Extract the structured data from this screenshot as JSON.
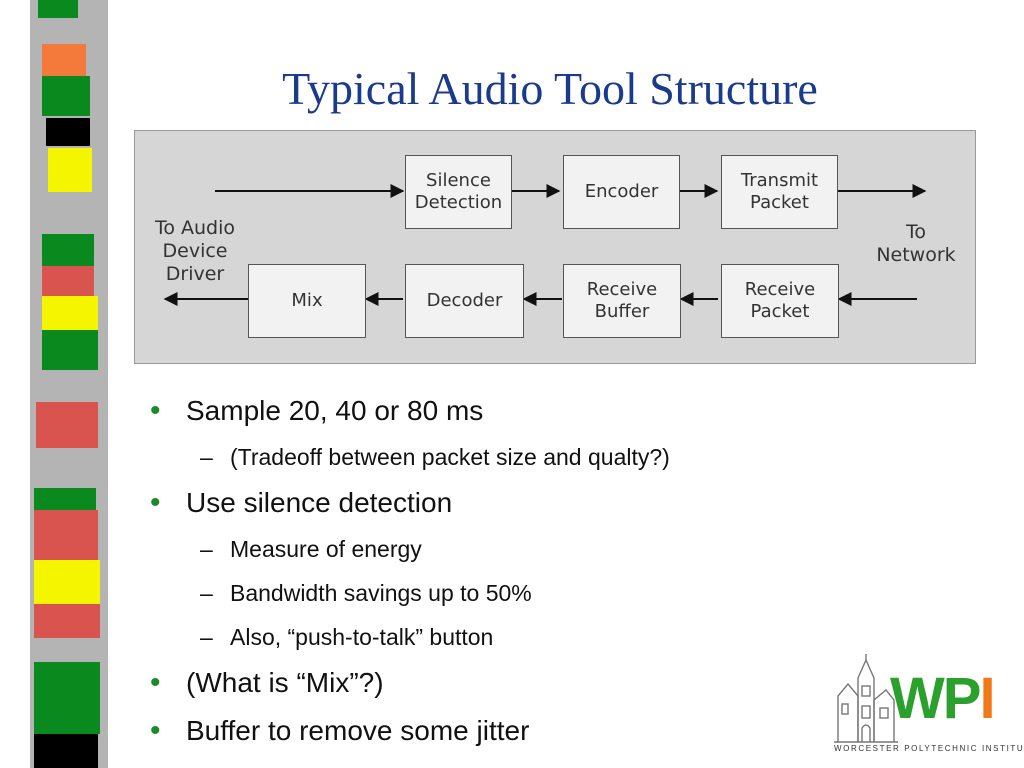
{
  "slide": {
    "title": "Typical Audio Tool Structure"
  },
  "diagram": {
    "boxes": {
      "silence_detection": "Silence\nDetection",
      "encoder": "Encoder",
      "transmit_packet": "Transmit\nPacket",
      "mix": "Mix",
      "decoder": "Decoder",
      "receive_buffer": "Receive\nBuffer",
      "receive_packet": "Receive\nPacket"
    },
    "labels": {
      "to_audio": "To Audio\nDevice\nDriver",
      "to_network": "To\nNetwork"
    }
  },
  "bullets": {
    "b1": "Sample 20, 40 or 80 ms",
    "b1_sub1": "(Tradeoff between packet size and qualty?)",
    "b2": "Use silence detection",
    "b2_sub1": "Measure of energy",
    "b2_sub2": "Bandwidth savings up to 50%",
    "b2_sub3": "Also, “push-to-talk” button",
    "b3": "(What is “Mix”?)",
    "b4": "Buffer to remove some jitter",
    "bullet_glyph": "•",
    "dash_glyph": "–"
  },
  "logo": {
    "letters": [
      "W",
      "P",
      "I"
    ],
    "institute": "WORCESTER POLYTECHNIC INSTITUTE"
  },
  "colors": {
    "title": "#1a3a8c",
    "bullet": "#1c8a2a",
    "stripe_gray": "#b4b4b4",
    "stripe_green": "#0a8a1e",
    "stripe_red": "#d9534f",
    "stripe_orange": "#f47a3c",
    "stripe_yellow": "#f5f500",
    "stripe_black": "#000000",
    "logo_green": "#2ca02c",
    "logo_orange": "#f07a18"
  }
}
